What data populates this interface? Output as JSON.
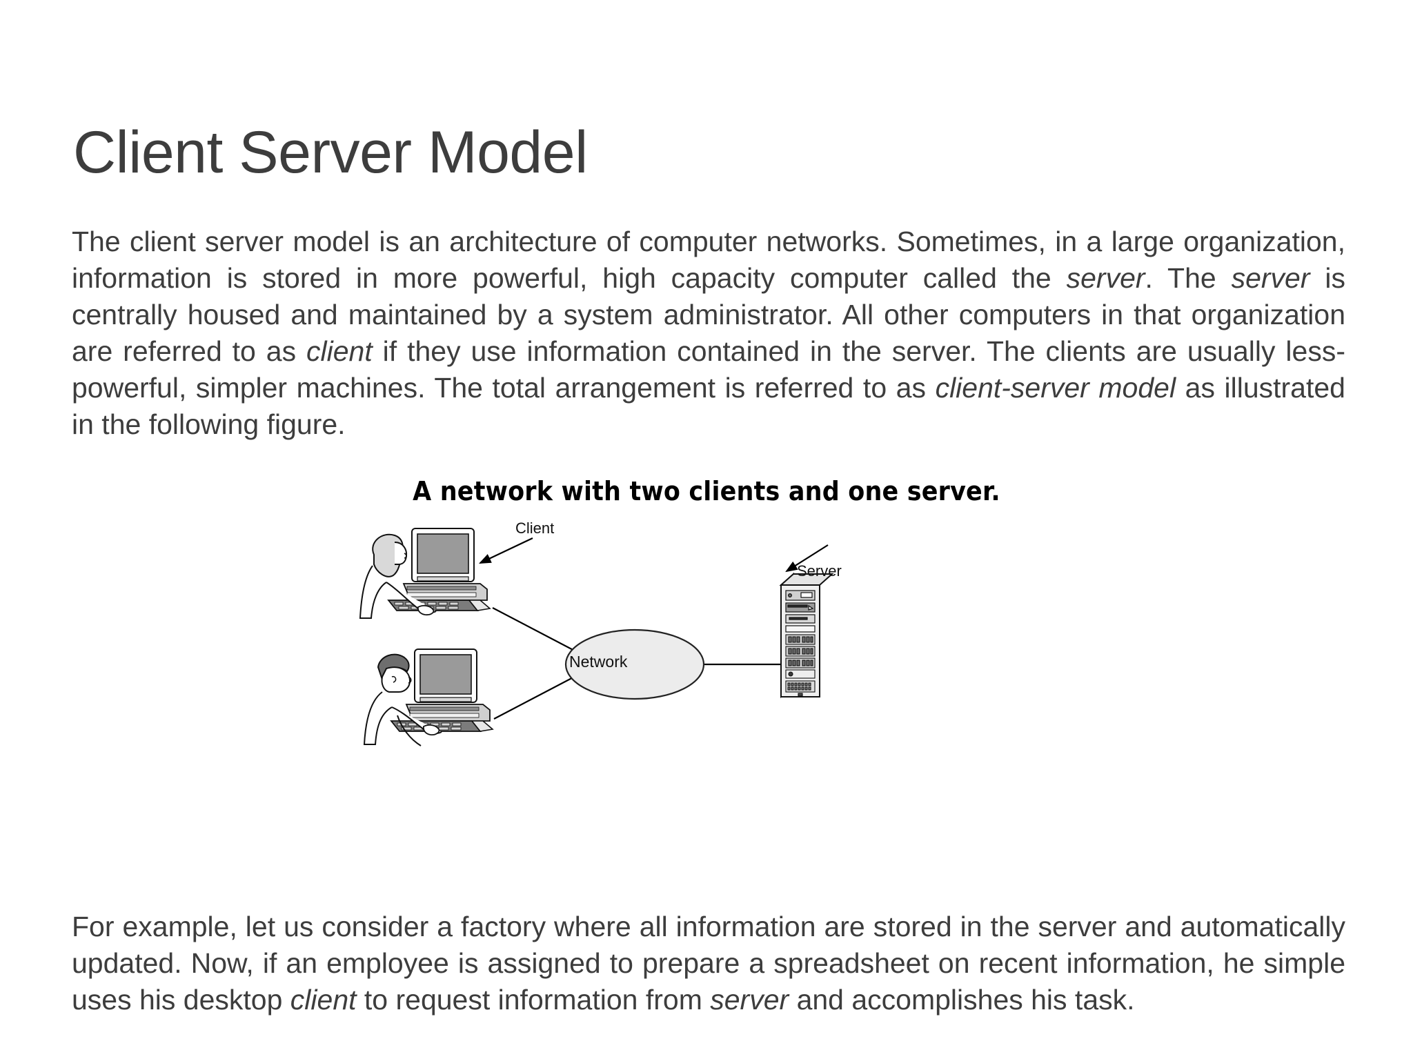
{
  "slide": {
    "title": "Client Server Model",
    "paragraph1": {
      "segments": [
        {
          "text": "The client server model is an architecture of computer networks. Sometimes, in a large organization, information is stored in more powerful, high capacity computer called the ",
          "style": "normal"
        },
        {
          "text": "server",
          "style": "italic"
        },
        {
          "text": ". The ",
          "style": "normal"
        },
        {
          "text": "server",
          "style": "italic"
        },
        {
          "text": " is centrally housed and maintained by a system administrator. All other computers in that organization are referred to as ",
          "style": "normal"
        },
        {
          "text": "client",
          "style": "italic"
        },
        {
          "text": " if they use information contained in the server. The clients are usually less-powerful, simpler machines. The total arrangement is referred to as ",
          "style": "normal"
        },
        {
          "text": "client-server model",
          "style": "italic"
        },
        {
          "text": " as illustrated in the following figure.",
          "style": "normal"
        }
      ]
    },
    "paragraph2": {
      "segments": [
        {
          "text": "For example, let us consider a factory where all information are stored in the server and automatically updated. Now, if an employee is assigned to prepare a spreadsheet on recent information, he simple uses his desktop ",
          "style": "normal"
        },
        {
          "text": "client",
          "style": "italic"
        },
        {
          "text": " to request information from ",
          "style": "normal"
        },
        {
          "text": "server",
          "style": "italic"
        },
        {
          "text": " and accomplishes his task.",
          "style": "normal"
        }
      ]
    },
    "figure": {
      "caption": "A network with two clients and one server.",
      "labels": {
        "client": "Client",
        "server": "Server",
        "network": "Network"
      }
    }
  },
  "colors": {
    "text": "#3d3d3d",
    "caption": "#000000",
    "page_background": "#ffffff",
    "screen_gray": "#9a9a9a",
    "ellipse_fill": "#ececec",
    "line": "#000000"
  }
}
